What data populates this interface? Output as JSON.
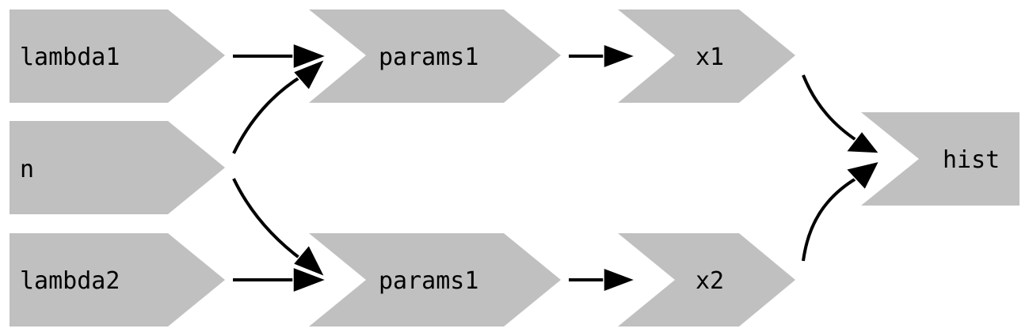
{
  "nodes": [
    {
      "id": "lambda1",
      "label": "lambda1"
    },
    {
      "id": "n",
      "label": "n"
    },
    {
      "id": "lambda2",
      "label": "lambda2"
    },
    {
      "id": "params1_top",
      "label": "params1"
    },
    {
      "id": "params1_bottom",
      "label": "params1"
    },
    {
      "id": "x1",
      "label": "x1"
    },
    {
      "id": "x2",
      "label": "x2"
    },
    {
      "id": "hist",
      "label": "hist"
    }
  ],
  "edges": [
    {
      "from": "lambda1",
      "to": "params1_top"
    },
    {
      "from": "n",
      "to": "params1_top"
    },
    {
      "from": "n",
      "to": "params1_bottom"
    },
    {
      "from": "lambda2",
      "to": "params1_bottom"
    },
    {
      "from": "params1_top",
      "to": "x1"
    },
    {
      "from": "params1_bottom",
      "to": "x2"
    },
    {
      "from": "x1",
      "to": "hist"
    },
    {
      "from": "x2",
      "to": "hist"
    }
  ]
}
